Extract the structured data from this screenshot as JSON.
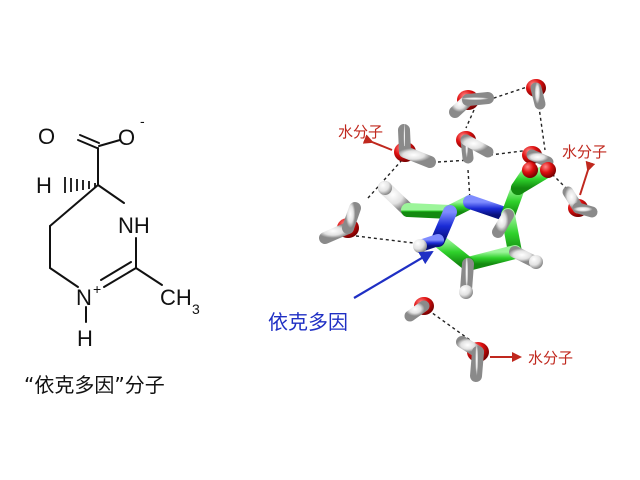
{
  "structure": {
    "atoms": {
      "o_carbonyl": "O",
      "o_anion": "O",
      "charge_minus": "-",
      "h_chiral": "H",
      "nh": "NH",
      "n_plus": "N",
      "charge_plus": "+",
      "c_methyl": "CH",
      "methyl_sub": "3",
      "h_bottom": "H"
    },
    "caption": "“依克多因”分子"
  },
  "model": {
    "water_label_left": "水分子",
    "water_label_right": "水分子",
    "water_label_bottom": "水分子",
    "ectoine_label": "依克多因"
  },
  "colors": {
    "water_arrow": "#c0281e",
    "ectoine_arrow": "#1f2fc4",
    "carbon": "#2fd12b",
    "nitrogen": "#1a2bd6",
    "oxygen": "#e01010",
    "hydrogen": "#e6e6e6"
  }
}
